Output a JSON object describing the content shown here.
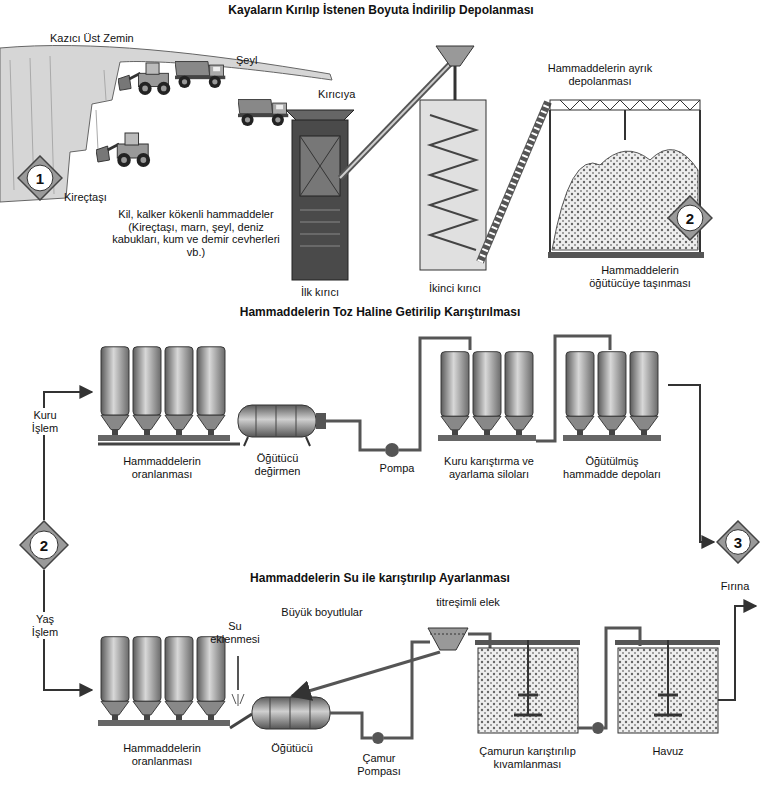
{
  "diagram": {
    "title": "Kayaların Kırılıp İstenen Boyuta İndirilip Depolanması",
    "nodes": [
      {
        "text": [
          "1"
        ]
      },
      {
        "text": [
          "2"
        ]
      },
      {
        "text": [
          "2"
        ]
      },
      {
        "text": [
          "3"
        ]
      }
    ],
    "labels": [
      "Kazıcı Üst Zemin",
      "Şeyl",
      "Kırıcıya",
      "Kireçtaşı",
      "Kil, kalker kökenli hammaddeler (Kireçtaşı, marn, şeyl, deniz kabukları, kum ve demir cevherleri vb.)",
      "İlk kırıcı",
      "İkinci kırıcı",
      "Hammaddelerin ayrık depolanması",
      "Hammaddelerin öğütücüye taşınması",
      "Hammaddelerin Toz Haline Getirilip Karıştırılması",
      "Kuru İşlem",
      "Hammaddelerin oranlanması",
      "Öğütücü değirmen",
      "Pompa",
      "Kuru karıştırma ve ayarlama siloları",
      "Öğütülmüş hammadde depoları",
      "Fırına",
      "Hammaddelerin Su ile karıştırılıp Ayarlanması",
      "Yaş İşlem",
      "Su eklenmesi",
      "Büyük boyutlular",
      "titreşimli elek",
      "Hammaddelerin oranlanması",
      "Öğütücü",
      "Çamur Pompası",
      "Çamurun karıştırılıp kıvamlanması",
      "Havuz"
    ]
  }
}
